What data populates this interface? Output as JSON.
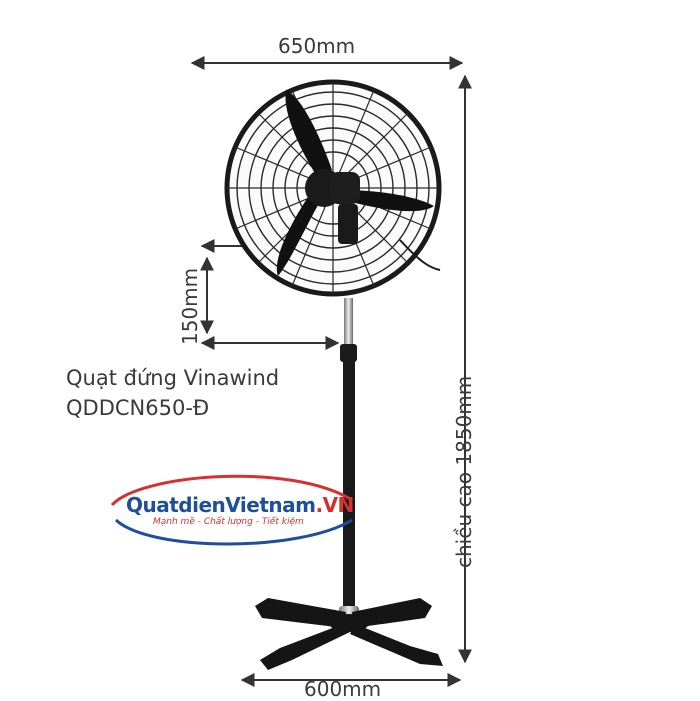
{
  "dimensions": {
    "width_top": "650mm",
    "base_width": "600mm",
    "height": "chiều cao 1850mm",
    "mount_offset": "150mm"
  },
  "product": {
    "name": "Quạt đứng Vinawind",
    "model": "QDDCN650-Đ"
  },
  "logo": {
    "part1": "Quatdien",
    "part2": "Vietnam",
    "part3": ".VN",
    "tagline": "Mạnh mẽ - Chất lượng - Tiết kiệm",
    "colors": {
      "blue": "#1f4e9c",
      "red": "#d4312f"
    }
  },
  "colors": {
    "fan": "#1a1a1a",
    "dimension_line": "#333333"
  }
}
